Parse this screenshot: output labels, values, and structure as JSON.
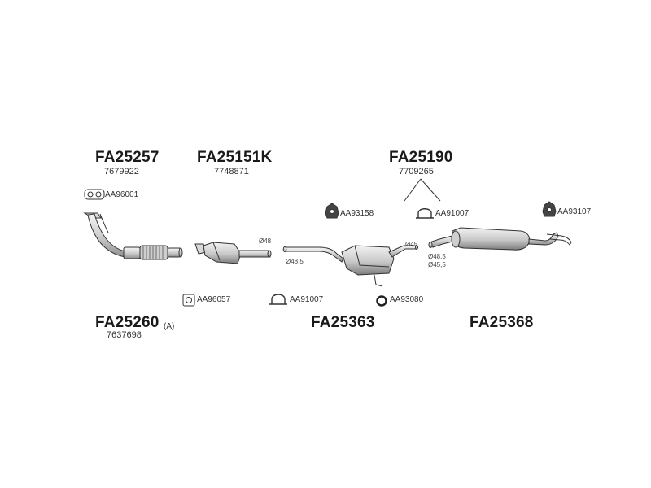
{
  "groups": [
    {
      "code": "FA25257",
      "ref": "7679922"
    },
    {
      "code": "FA25151K",
      "ref": "7748871"
    },
    {
      "code": "FA25190",
      "ref": "7709265"
    },
    {
      "code": "FA25260",
      "ref": "7637698",
      "suffix": "(A)"
    },
    {
      "code": "FA25363"
    },
    {
      "code": "FA25368"
    }
  ],
  "accessories": [
    {
      "label": "AA96001",
      "icon": "clamp-icon"
    },
    {
      "label": "AA93158",
      "icon": "rubber-mount-icon"
    },
    {
      "label": "AA91007",
      "icon": "u-bolt-clamp-icon"
    },
    {
      "label": "AA93107",
      "icon": "rubber-mount-icon"
    },
    {
      "label": "AA96057",
      "icon": "gasket-icon"
    },
    {
      "label": "AA91007",
      "icon": "u-bolt-clamp-icon"
    },
    {
      "label": "AA93080",
      "icon": "ring-icon"
    }
  ],
  "dimensions": {
    "catalyst_outlet": "Ø48",
    "middle_inlet": "Ø48,5",
    "middle_outlet": "Ø45",
    "rear_inlet_1": "Ø48,5",
    "rear_inlet_2": "Ø45,5"
  },
  "colors": {
    "line": "#333333",
    "fill_light": "#e6e6e6",
    "fill_mid": "#bdbdbd",
    "text": "#1a1a1a"
  }
}
